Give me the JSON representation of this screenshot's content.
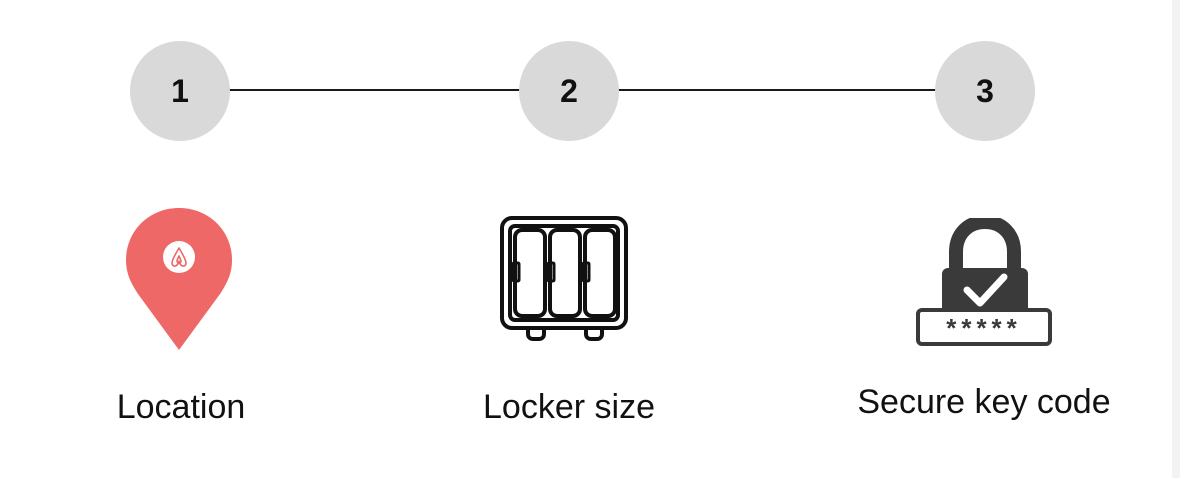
{
  "steps": [
    {
      "number": "1",
      "label": "Location",
      "icon": "location-pin-icon"
    },
    {
      "number": "2",
      "label": "Locker size",
      "icon": "locker-icon"
    },
    {
      "number": "3",
      "label": "Secure key code",
      "icon": "padlock-key-code-icon"
    }
  ],
  "code_mask": "*****",
  "colors": {
    "circle": "#d9d9d9",
    "pin": "#ef6868",
    "icon_dark": "#3a3a3a",
    "text": "#111111"
  }
}
